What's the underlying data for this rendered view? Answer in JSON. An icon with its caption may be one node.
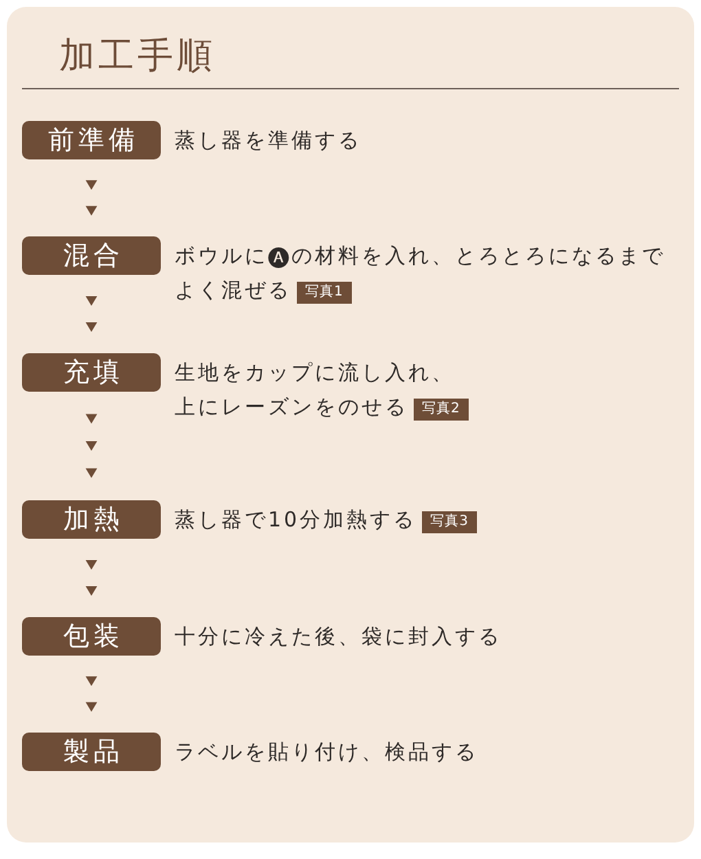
{
  "diagram": {
    "title": "加工手順",
    "nodes": [
      {
        "text": [
          "前準備"
        ],
        "beside": [
          "蒸し器を準備する"
        ]
      },
      {
        "text": [
          "混合"
        ],
        "beside": [
          "ボウルに🅐の材料を入れ、とろとろになるまでよく混ぜる",
          "写真1"
        ]
      },
      {
        "text": [
          "充填"
        ],
        "beside": [
          "生地をカップに流し入れ、上にレーズンをのせる",
          "写真2"
        ]
      },
      {
        "text": [
          "加熱"
        ],
        "beside": [
          "蒸し器で10分加熱する",
          "写真3"
        ]
      },
      {
        "text": [
          "包装"
        ],
        "beside": [
          "十分に冷えた後、袋に封入する"
        ]
      },
      {
        "text": [
          "製品"
        ],
        "beside": [
          "ラベルを貼り付け、検品する"
        ]
      }
    ],
    "edges": [
      {
        "from": 0,
        "to": 1,
        "arrow": "to"
      },
      {
        "from": 1,
        "to": 2,
        "arrow": "to"
      },
      {
        "from": 2,
        "to": 3,
        "arrow": "to"
      },
      {
        "from": 3,
        "to": 4,
        "arrow": "to"
      },
      {
        "from": 4,
        "to": 5,
        "arrow": "to"
      }
    ]
  }
}
